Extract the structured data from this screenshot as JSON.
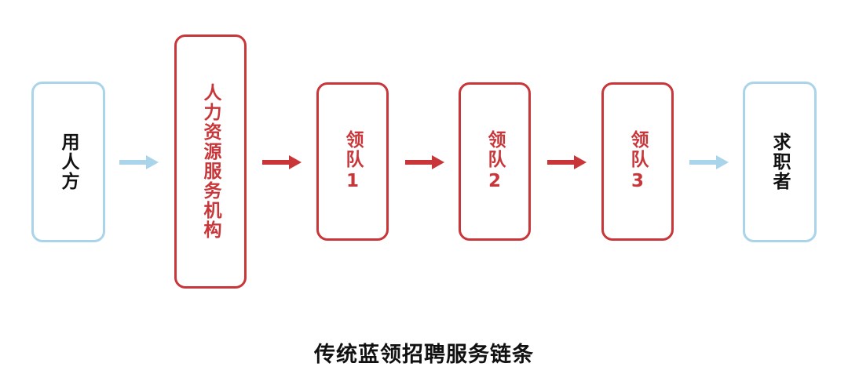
{
  "nodes": [
    {
      "label": "用人方"
    },
    {
      "label": "人力资源服务机构"
    },
    {
      "label": "领队",
      "num": "1"
    },
    {
      "label": "领队",
      "num": "2"
    },
    {
      "label": "领队",
      "num": "3"
    },
    {
      "label": "求职者"
    }
  ],
  "title": "传统蓝领招聘服务链条",
  "colors": {
    "blue": "#a9d4ea",
    "red": "#c8363a"
  }
}
